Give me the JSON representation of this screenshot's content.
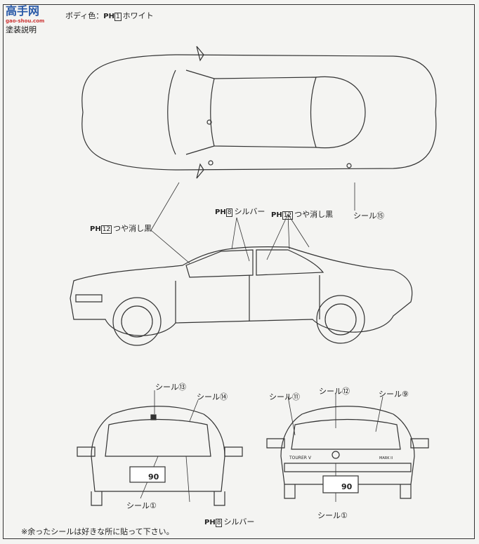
{
  "watermark": {
    "logo_text": "高手网",
    "site": "gao-shou.com",
    "section_title": "塗装説明"
  },
  "body_color": {
    "label": "ボディ色：",
    "code": "1",
    "color_name": "ホワイト"
  },
  "paint_prefix": "PH",
  "callouts": {
    "matte_black_left": {
      "code": "12",
      "text": "つや消し黒"
    },
    "silver_side": {
      "code": "8",
      "text": "シルバー"
    },
    "matte_black_right": {
      "code": "12",
      "text": "つや消し黒"
    },
    "sticker_15": "シール⑮",
    "front_sticker_13": "シール⑬",
    "front_sticker_14": "シール⑭",
    "front_sticker_1": "シール①",
    "front_silver": {
      "code": "8",
      "text": "シルバー"
    },
    "rear_sticker_11": "シール⑪",
    "rear_sticker_12": "シール⑫",
    "rear_sticker_9": "シール⑨",
    "rear_sticker_1": "シール①"
  },
  "plates": {
    "front": "90",
    "rear": "90"
  },
  "rear_badges": {
    "left": "TOURER V",
    "right": "MARK II"
  },
  "note": "※余ったシールは好きな所に貼って下さい。"
}
